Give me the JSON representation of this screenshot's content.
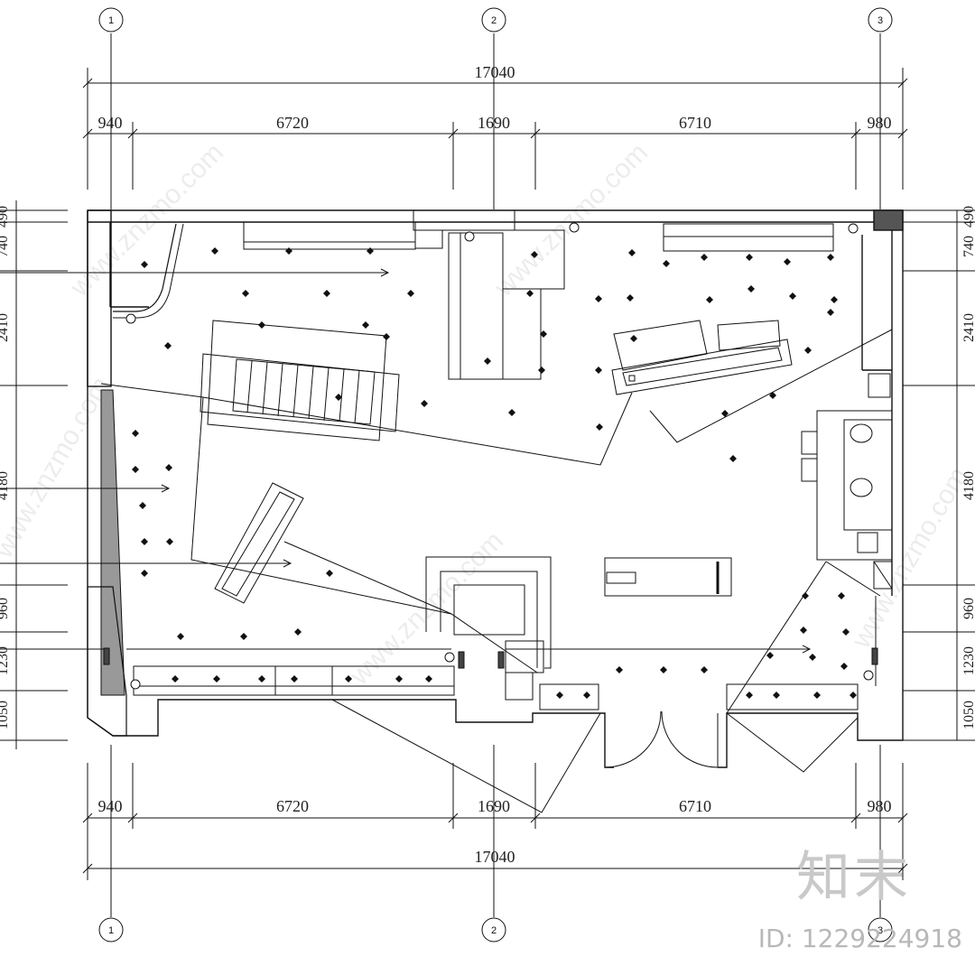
{
  "grid_axes": [
    "1",
    "2",
    "3"
  ],
  "dims": {
    "top_total": "17040",
    "top_segments": [
      "940",
      "6720",
      "1690",
      "6710",
      "980"
    ],
    "bottom_total": "17040",
    "bottom_segments": [
      "940",
      "6720",
      "1690",
      "6710",
      "980"
    ],
    "right_segments": [
      "490",
      "740",
      "2410",
      "4180",
      "960",
      "1230",
      "1050"
    ],
    "left_segments": [
      "490",
      "740",
      "2410",
      "4180",
      "960",
      "1230",
      "1050"
    ]
  },
  "watermark": {
    "site": "www.znzmo.com",
    "brand": "知末",
    "id": "ID: 1229224918"
  }
}
